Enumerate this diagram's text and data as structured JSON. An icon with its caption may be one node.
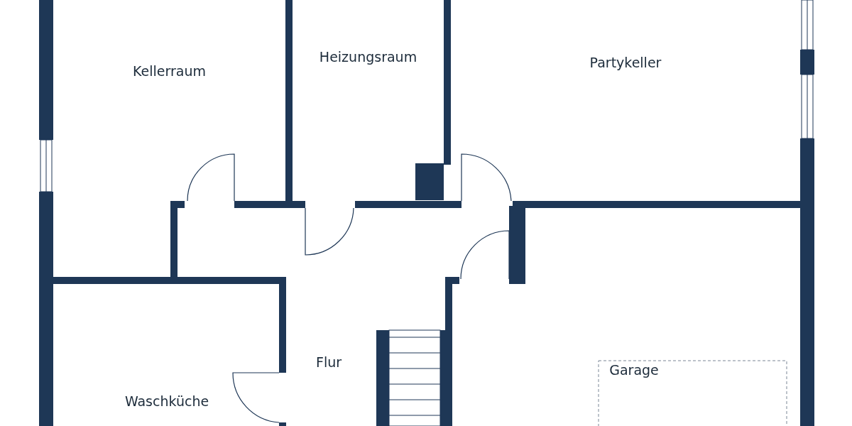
{
  "diagram": {
    "nodes": [
      {
        "text": [
          "Kellerraum"
        ]
      },
      {
        "text": [
          "Heizungsraum"
        ]
      },
      {
        "text": [
          "Partykeller"
        ]
      },
      {
        "text": [
          "Flur"
        ]
      },
      {
        "text": [
          "Waschküche"
        ]
      },
      {
        "text": [
          "Garage"
        ]
      }
    ],
    "edges": []
  }
}
